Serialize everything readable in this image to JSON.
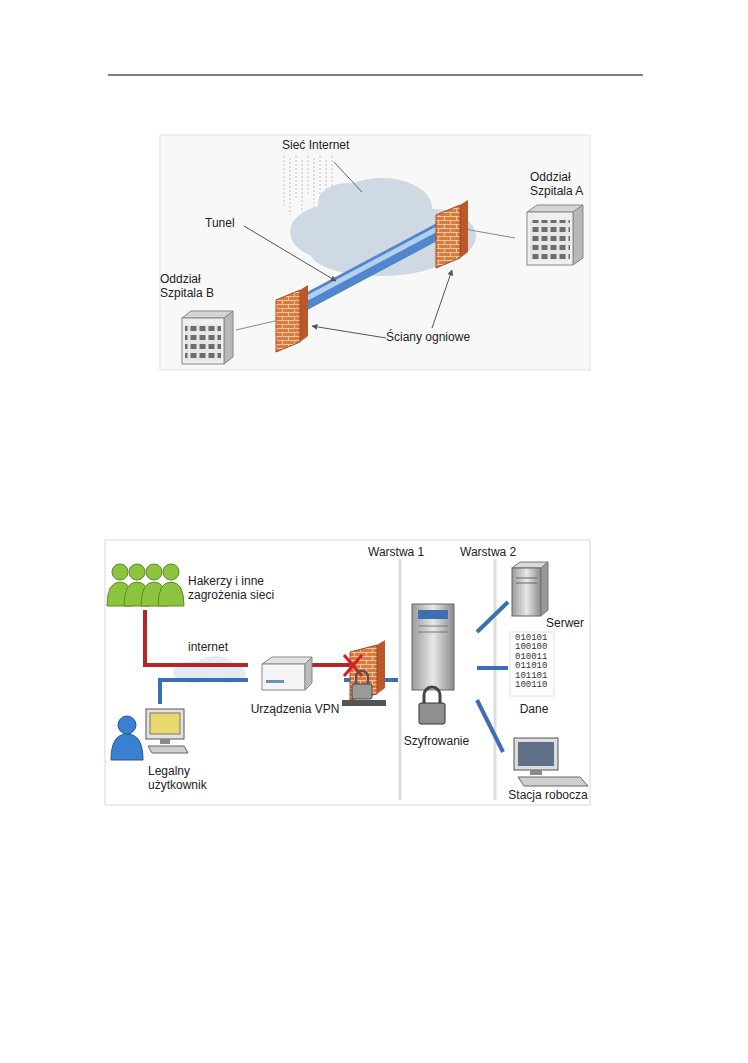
{
  "diagram": {
    "nodes": [
      {
        "text": [
          "Oddział Szpitala A"
        ]
      },
      {
        "text": [
          "Oddział Szpitala B"
        ]
      },
      {
        "text": [
          "Hakerzy i inne zagrożenia sieci"
        ]
      },
      {
        "text": [
          "Urządzenia VPN"
        ]
      },
      {
        "text": [
          "Szyfrowanie"
        ]
      },
      {
        "text": [
          "Serwer"
        ]
      },
      {
        "text": [
          "010101 100100 010011 011010 101101 100110",
          "Dane"
        ]
      },
      {
        "text": [
          "Stacja robocza"
        ]
      },
      {
        "text": [
          "Legalny użytkownik"
        ]
      }
    ],
    "edges": [
      {
        "from": 1,
        "to": 0,
        "arrow": "none"
      },
      {
        "from": 2,
        "to": 3,
        "arrow": "none"
      },
      {
        "from": 8,
        "to": 3,
        "arrow": "none"
      },
      {
        "from": 3,
        "to": 4,
        "arrow": "none"
      },
      {
        "from": 4,
        "to": 5,
        "arrow": "none"
      },
      {
        "from": 4,
        "to": 6,
        "arrow": "none"
      },
      {
        "from": 4,
        "to": 7,
        "arrow": "none"
      }
    ],
    "labels": [
      "Sieć Internet",
      "Tunel",
      "Ściany ogniowe",
      "Warstwa 1",
      "Warstwa 2",
      "internet"
    ]
  }
}
